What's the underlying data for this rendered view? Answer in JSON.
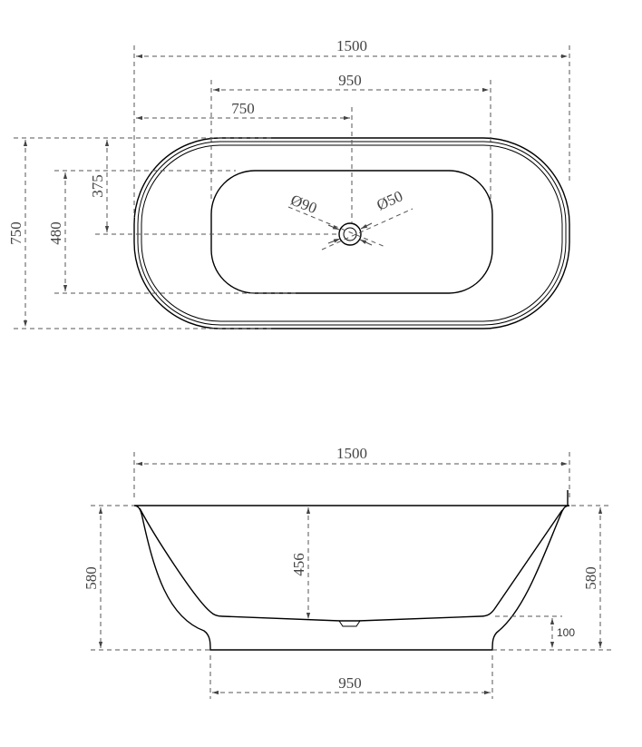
{
  "top_view": {
    "overall_length": "1500",
    "basin_length": "950",
    "drain_offset_x": "750",
    "overall_width": "750",
    "basin_width": "480",
    "drain_offset_y": "375",
    "drain_outer_diameter": "Ø90",
    "drain_inner_diameter": "Ø50"
  },
  "side_view": {
    "overall_length": "1500",
    "height_left": "580",
    "height_right": "580",
    "inner_depth": "456",
    "base_height": "100",
    "base_length": "950"
  }
}
